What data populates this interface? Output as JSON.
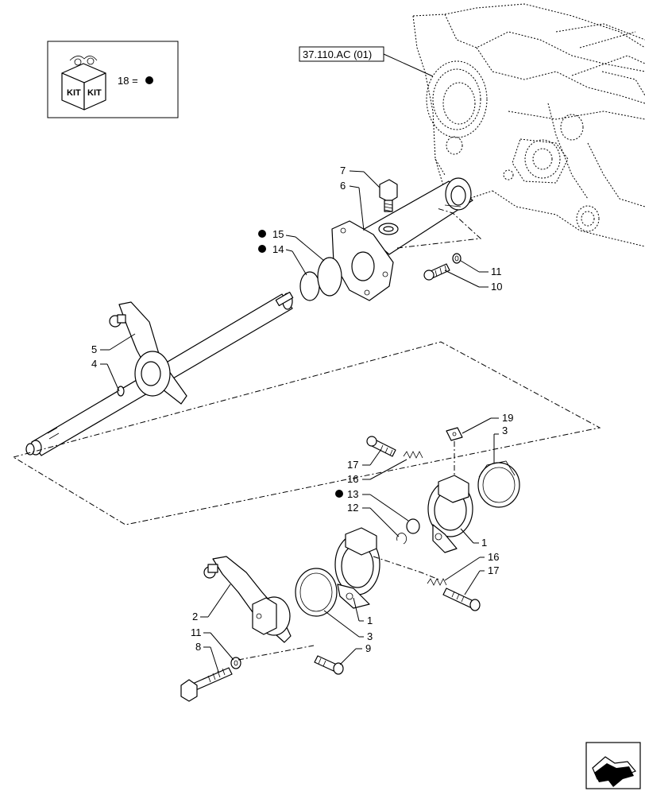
{
  "kit_box": {
    "kit_text": "KIT",
    "legend_text": "18 ="
  },
  "reference": {
    "label": "37.110.AC (01)"
  },
  "callouts": {
    "c1a": "1",
    "c1b": "1",
    "c2": "2",
    "c3a": "3",
    "c3b": "3",
    "c4": "4",
    "c5": "5",
    "c6": "6",
    "c7": "7",
    "c8": "8",
    "c9": "9",
    "c10": "10",
    "c11a": "11",
    "c11b": "11",
    "c12": "12",
    "c13": "13",
    "c14": "14",
    "c15": "15",
    "c16a": "16",
    "c16b": "16",
    "c17a": "17",
    "c17b": "17",
    "c19": "19"
  },
  "kit_marked_items": [
    "13",
    "14",
    "15"
  ],
  "nav": {
    "icon": "next-page-arrow-icon"
  }
}
